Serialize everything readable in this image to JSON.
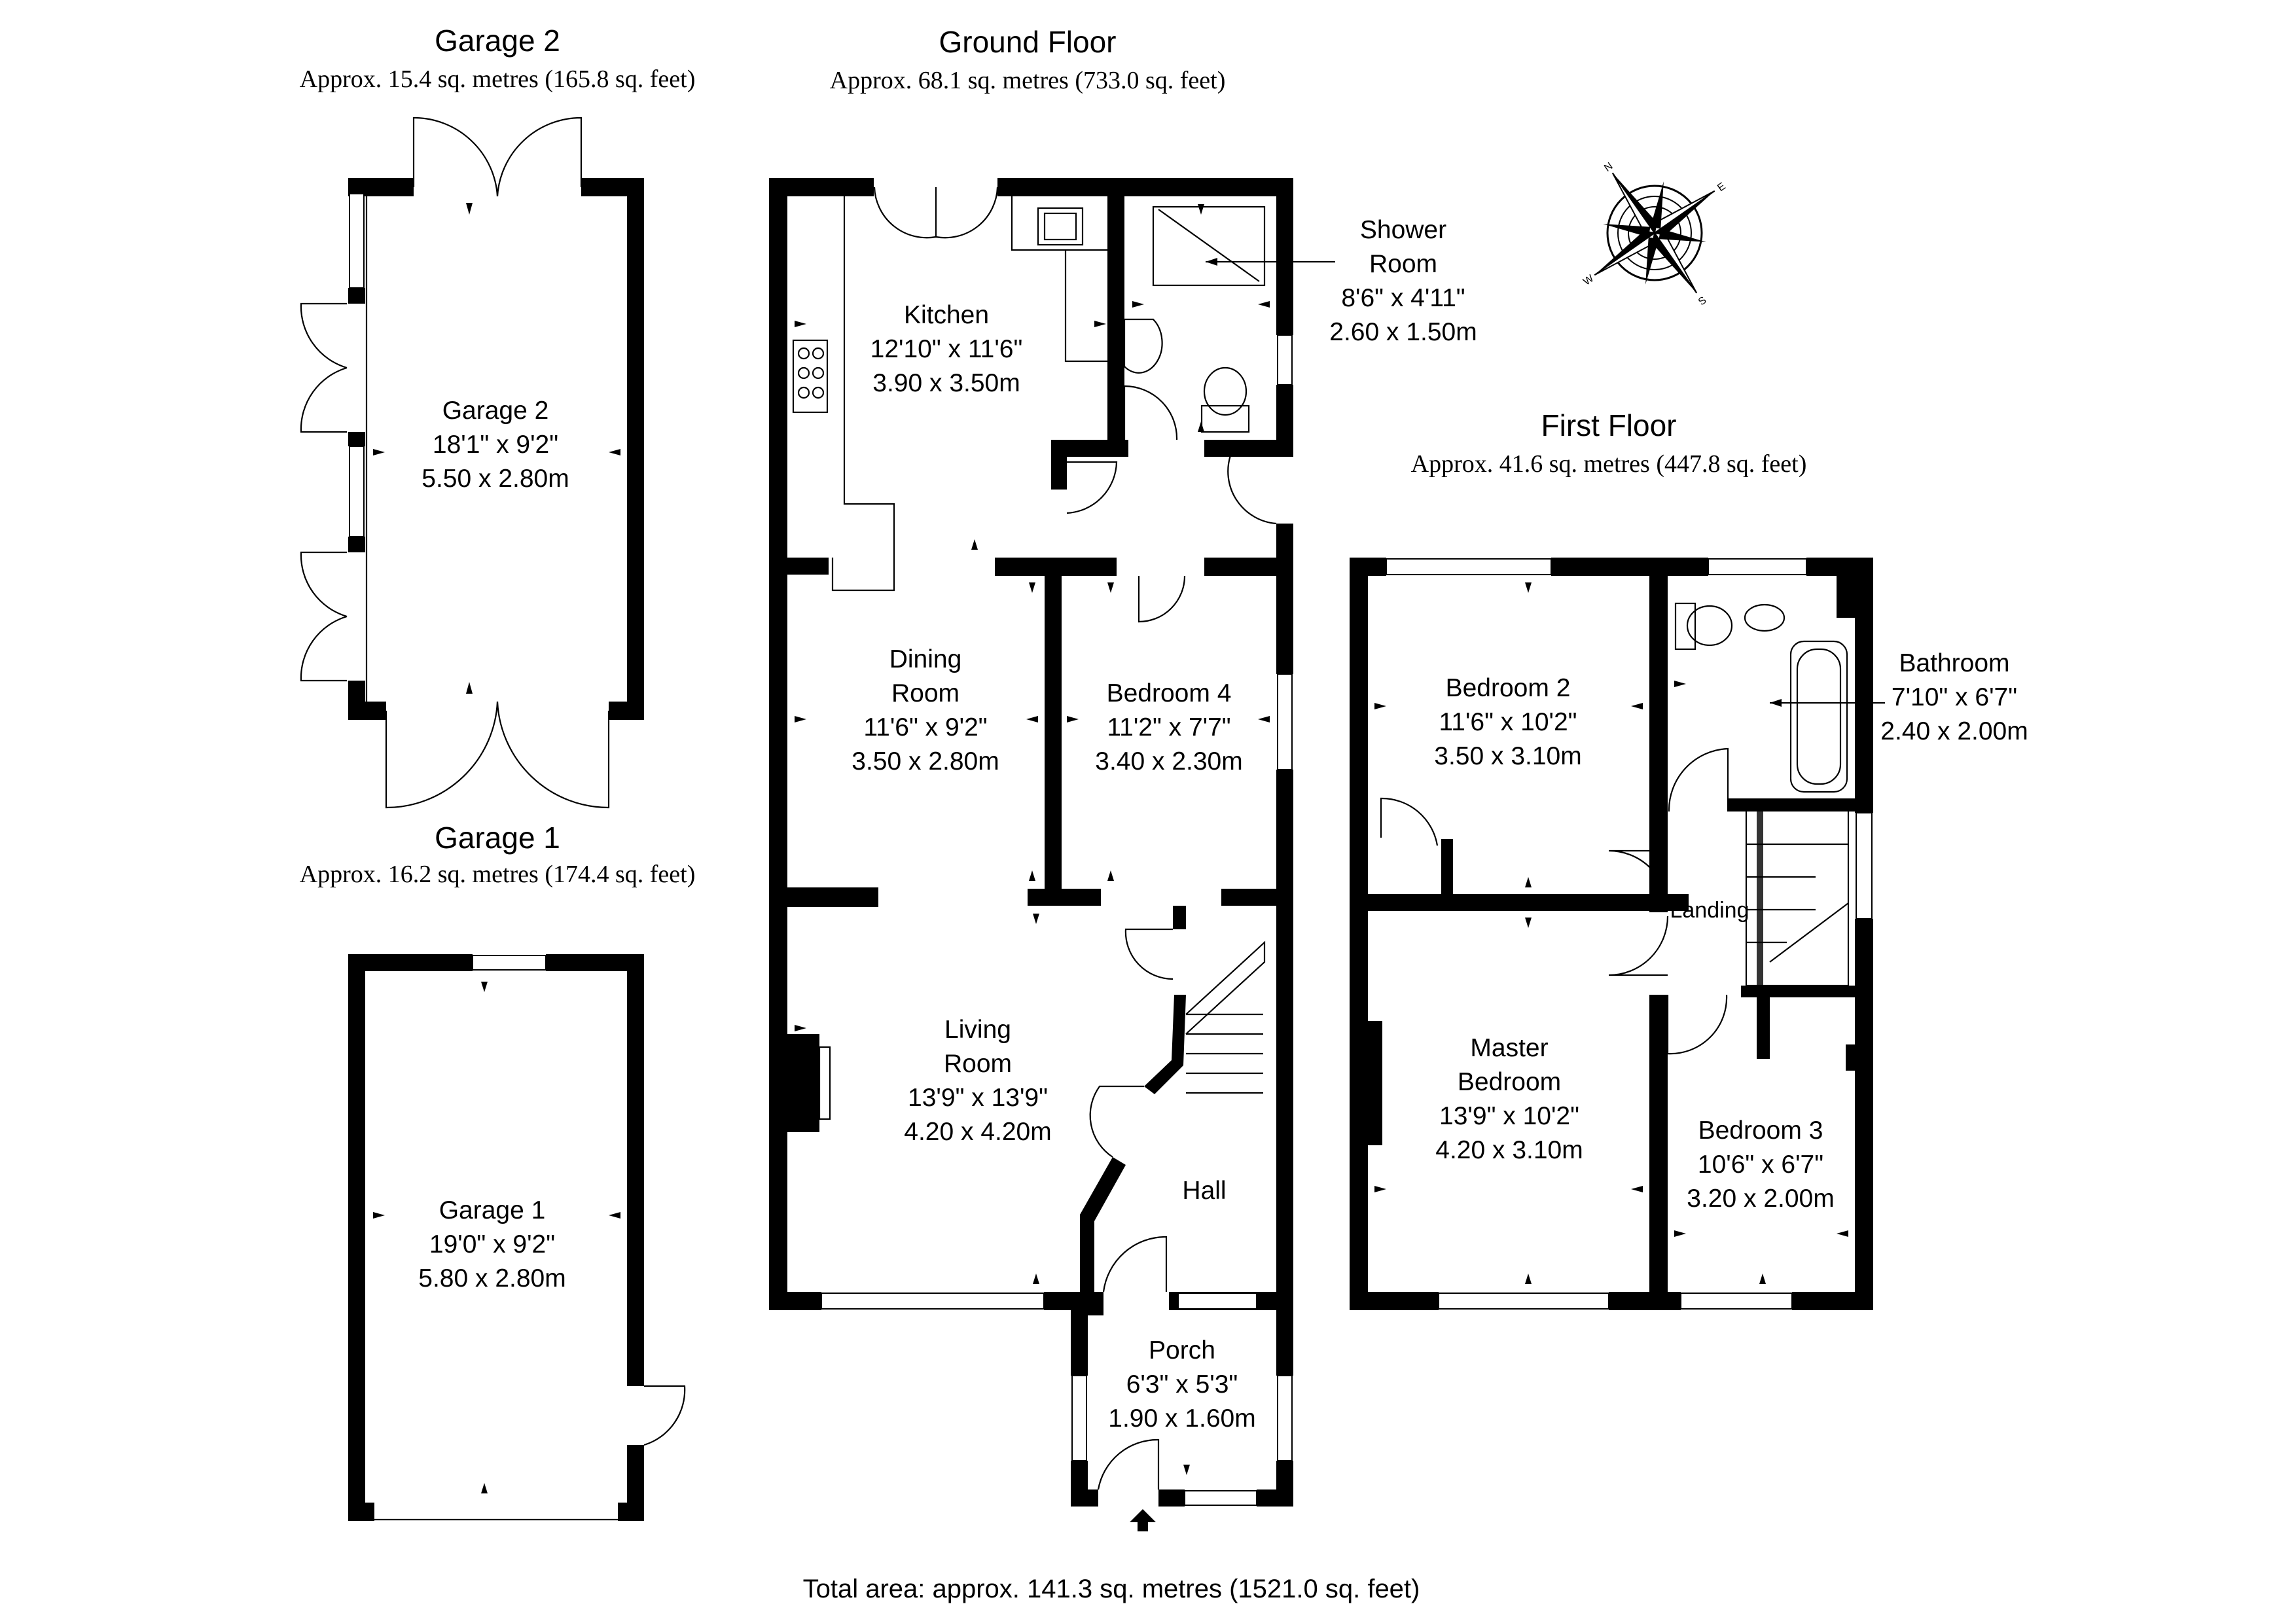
{
  "floors": {
    "garage2": {
      "title": "Garage 2",
      "area": "Approx. 15.4 sq. metres (165.8 sq. feet)"
    },
    "garage1": {
      "title": "Garage 1",
      "area": "Approx. 16.2 sq. metres (174.4 sq. feet)"
    },
    "ground": {
      "title": "Ground Floor",
      "area": "Approx. 68.1 sq. metres (733.0 sq. feet)"
    },
    "first": {
      "title": "First Floor",
      "area": "Approx. 41.6 sq. metres (447.8 sq. feet)"
    }
  },
  "rooms": {
    "garage2": {
      "name": "Garage 2",
      "imperial": "18'1\" x 9'2\"",
      "metric": "5.50 x 2.80m"
    },
    "garage1": {
      "name": "Garage 1",
      "imperial": "19'0\" x 9'2\"",
      "metric": "5.80 x 2.80m"
    },
    "kitchen": {
      "name": "Kitchen",
      "imperial": "12'10\" x 11'6\"",
      "metric": "3.90 x 3.50m"
    },
    "shower": {
      "name1": "Shower",
      "name2": "Room",
      "imperial": "8'6\" x 4'11\"",
      "metric": "2.60 x 1.50m"
    },
    "dining": {
      "name1": "Dining",
      "name2": "Room",
      "imperial": "11'6\" x 9'2\"",
      "metric": "3.50 x 2.80m"
    },
    "bedroom4": {
      "name": "Bedroom 4",
      "imperial": "11'2\" x 7'7\"",
      "metric": "3.40 x 2.30m"
    },
    "living": {
      "name1": "Living",
      "name2": "Room",
      "imperial": "13'9\" x 13'9\"",
      "metric": "4.20 x 4.20m"
    },
    "hall": {
      "name": "Hall"
    },
    "porch": {
      "name": "Porch",
      "imperial": "6'3\" x 5'3\"",
      "metric": "1.90 x 1.60m"
    },
    "bedroom2": {
      "name": "Bedroom 2",
      "imperial": "11'6\" x 10'2\"",
      "metric": "3.50 x 3.10m"
    },
    "bathroom": {
      "name": "Bathroom",
      "imperial": "7'10\" x 6'7\"",
      "metric": "2.40 x 2.00m"
    },
    "landing": {
      "name": "Landing"
    },
    "master": {
      "name1": "Master",
      "name2": "Bedroom",
      "imperial": "13'9\" x 10'2\"",
      "metric": "4.20 x 3.10m"
    },
    "bedroom3": {
      "name": "Bedroom 3",
      "imperial": "10'6\" x 6'7\"",
      "metric": "3.20 x 2.00m"
    }
  },
  "total": "Total area: approx. 141.3 sq. metres (1521.0 sq. feet)",
  "compass": {
    "labels": [
      "N",
      "E",
      "S",
      "W"
    ]
  }
}
